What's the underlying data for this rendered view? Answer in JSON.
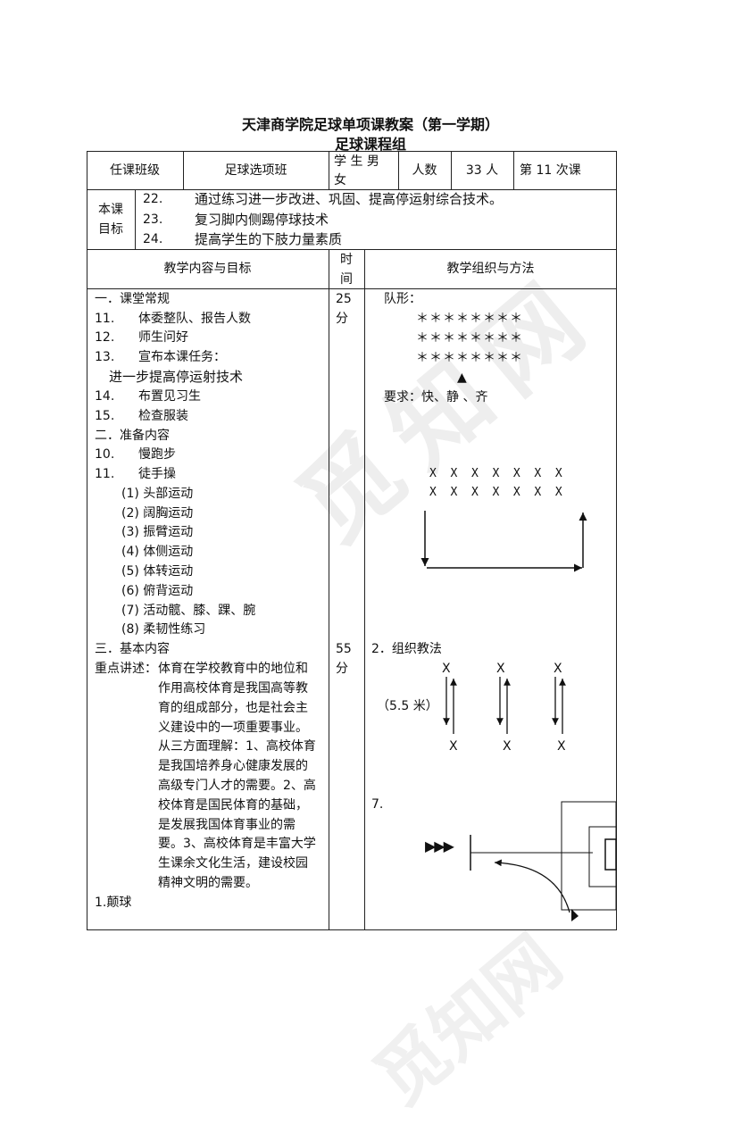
{
  "header": {
    "title": "天津商学院足球单项课教案（第一学期）",
    "subtitle": "足球课程组"
  },
  "info_row": {
    "c1": "任课班级",
    "c2": "足球选项班",
    "c3a": "学 生 男",
    "c3b": "女",
    "c4": "人数",
    "c5": "33 人",
    "c6": "第 11 次课"
  },
  "objectives": {
    "label_a": "本课",
    "label_b": "目标",
    "items": [
      {
        "num": "22.",
        "text": "通过练习进一步改进、巩固、提高停运射综合技术。"
      },
      {
        "num": "23.",
        "text": "复习脚内侧踢停球技术"
      },
      {
        "num": "24.",
        "text": "提高学生的下肢力量素质"
      }
    ]
  },
  "table_header": {
    "content": "教学内容与目标",
    "time_a": "时",
    "time_b": "间",
    "method": "教学组织与方法"
  },
  "content_lines": [
    "一．课堂常规",
    "11.      体委整队、报告人数",
    "12.      师生问好",
    "13.      宣布本课任务：",
    "进一步提高停运射技术",
    "14.      布置见习生",
    "15.      检查服装",
    "二．准备内容",
    "10.      慢跑步",
    "11.      徒手操",
    "(1) 头部运动",
    "(2) 阔胸运动",
    "(3) 振臂运动",
    "(4) 体侧运动",
    "(5) 体转运动",
    "(6) 俯背运动",
    "(7) 活动髋、膝、踝、腕",
    "(8) 柔韧性练习",
    "三．基本内容"
  ],
  "key_points": {
    "label": "重点讲述：",
    "lines": [
      "体育在学校教育中的地位和",
      "作用高校体育是我国高等教",
      "育的组成部分，也是社会主",
      "义建设中的一项重要事业。",
      "从三方面理解：1、高校体育",
      "是我国培养身心健康发展的",
      "高级专门人才的需要。2、高",
      "校体育是国民体育的基础，",
      "是发展我国体育事业的需",
      "要。3、高校体育是丰富大学",
      "生课余文化生活，建设校园",
      "精神文明的需要。"
    ],
    "last": "1.颠球"
  },
  "time": {
    "t1a": "25",
    "t1b": "分",
    "t2a": "55",
    "t2b": "分"
  },
  "method": {
    "formation_label": "队形：",
    "stars": "＊＊＊＊＊＊＊＊",
    "triangle": "▲",
    "requirement": "要求：快、静 、齐",
    "x_row": "X  X  X  X  X  X  X",
    "org_label": "2．组织教法",
    "x_mark": "X",
    "distance": "（5.5 米）",
    "drill_num": "7.",
    "arrows": "▶▶▶"
  },
  "watermark": "觅知网"
}
